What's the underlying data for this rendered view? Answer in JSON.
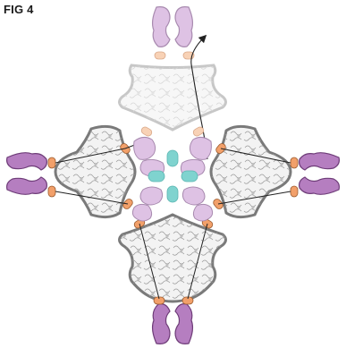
{
  "figure": {
    "label": "FIG 4"
  },
  "colors": {
    "membrane_fill": "#f3f3f3",
    "membrane_dark": "#7a7a7a",
    "membrane_faded": "#c7c7c7",
    "texture": "#9a9a9a",
    "texture_faded": "#d6d6d6",
    "protein_dark": "#b57ec0",
    "protein_dark_stroke": "#6e3c78",
    "protein_light": "#dec2e4",
    "protein_light_stroke": "#a88aaf",
    "linker": "#f2a06a",
    "linker_stroke": "#9a5a2e",
    "linker_faded": "#f8d2b6",
    "core": "#7fd3cf",
    "line": "#222222"
  },
  "units": [
    {
      "name": "top-unit",
      "state": "faded"
    },
    {
      "name": "left-unit",
      "state": "solid"
    },
    {
      "name": "right-unit",
      "state": "solid"
    },
    {
      "name": "bottom-unit",
      "state": "solid"
    }
  ]
}
